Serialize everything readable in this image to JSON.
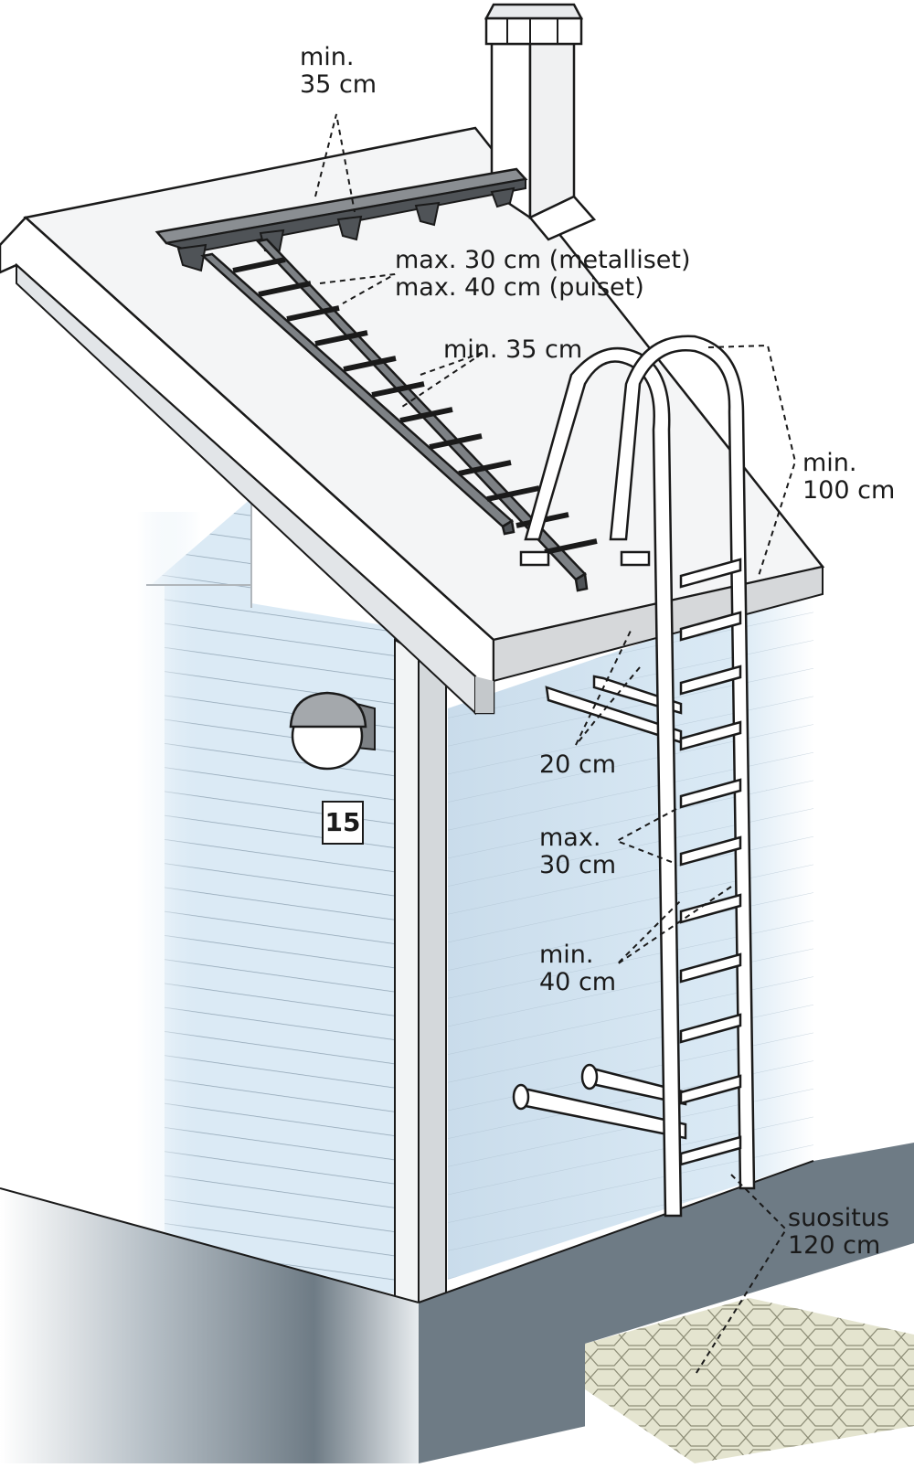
{
  "labels": {
    "bridge_width": [
      "min.",
      "35 cm"
    ],
    "roof_rung_spacing": [
      "max. 30 cm (metalliset)",
      "max. 40 cm (puiset)"
    ],
    "roof_ladder_width": "min. 35 cm",
    "rail_height": [
      "min.",
      "100 cm"
    ],
    "wall_distance": "20 cm",
    "wall_rung_spacing": [
      "max.",
      "30 cm"
    ],
    "wall_ladder_width": [
      "min.",
      "40 cm"
    ],
    "bottom_gap": [
      "suositus",
      "120 cm"
    ]
  },
  "house_number": "15",
  "colors": {
    "outline": "#1a1a1a",
    "wall_light": "#dbeaf5",
    "wall_shade": "#c2d8e8",
    "roof": "#f4f5f6",
    "fascia": "#d6d8da",
    "plinth_dark": "#6e7b85",
    "plinth_light": "#c9d0d5",
    "bridge": "#8a8e92",
    "ladder_bar": "#7d8185",
    "paving": "#e4e4cf"
  }
}
